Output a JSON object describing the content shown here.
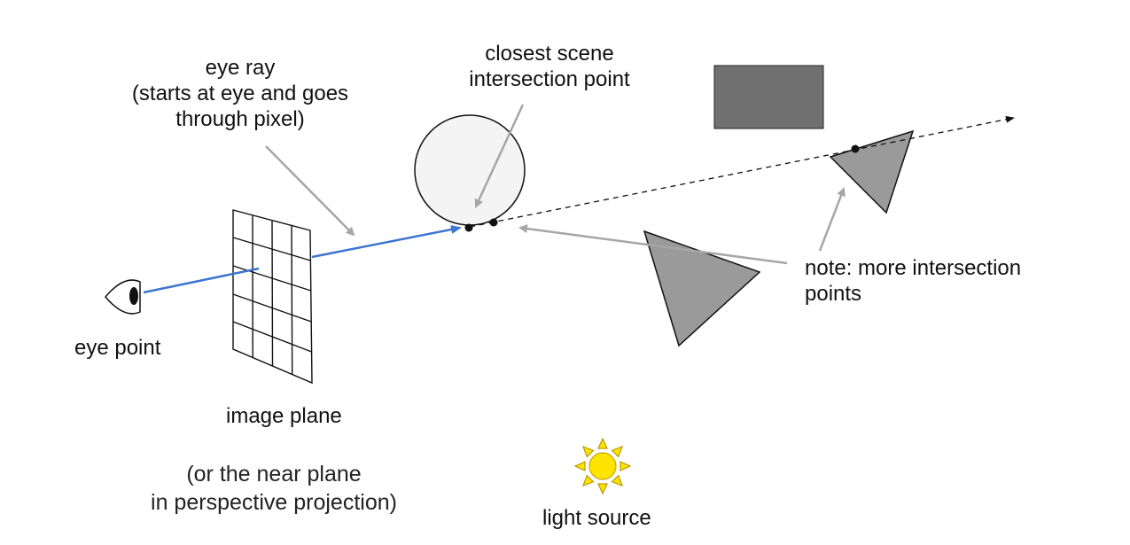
{
  "labels": {
    "eye_ray": "eye ray\n(starts at eye and goes\nthrough pixel)",
    "closest": "closest scene\nintersection point",
    "more": "note: more intersection\npoints",
    "eye_point": "eye point",
    "image_plane": "image plane",
    "near_plane": "(or the near plane\nin perspective projection)",
    "light_source": "light source"
  },
  "colors": {
    "ray": "#3f74d0",
    "arrow": "#a6a6a6",
    "sphere_fill": "#f4f4f4",
    "triangle_fill": "#9a9a9a",
    "rect_fill": "#707070",
    "sun": "#ffe400",
    "stroke": "#111111"
  },
  "icons": {
    "eye": "eye-icon",
    "sun": "sun-icon"
  }
}
